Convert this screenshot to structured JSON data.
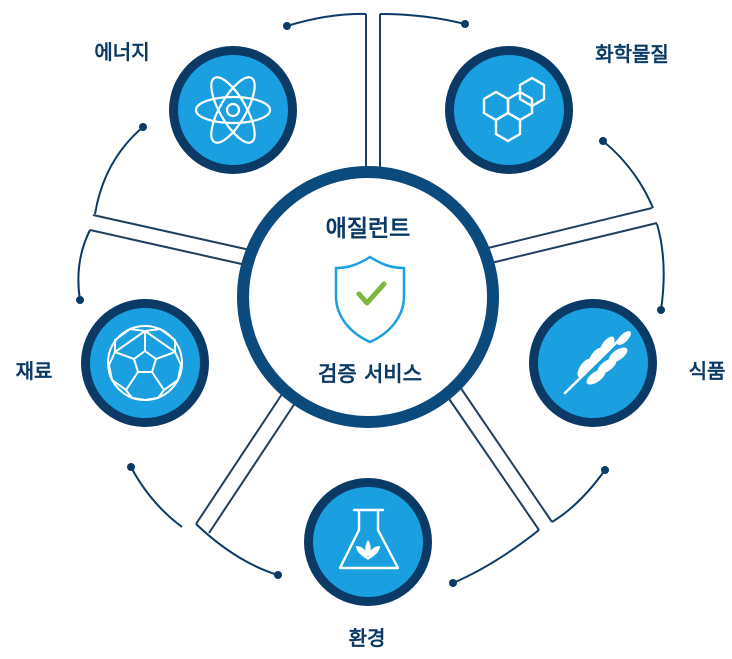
{
  "center": {
    "title": "애질런트",
    "subtitle": "검증 서비스",
    "icon": "shield-check-icon"
  },
  "sectors": [
    {
      "id": "energy",
      "label": "에너지",
      "icon": "atom-icon"
    },
    {
      "id": "chemicals",
      "label": "화학물질",
      "icon": "hexagon-molecule-icon"
    },
    {
      "id": "food",
      "label": "식품",
      "icon": "wheat-icon"
    },
    {
      "id": "environment",
      "label": "환경",
      "icon": "flask-leaf-icon"
    },
    {
      "id": "materials",
      "label": "재료",
      "icon": "soccer-ball-icon"
    }
  ],
  "colors": {
    "dark_navy": "#0b3a66",
    "ring_blue": "#0b4a7d",
    "icon_blue": "#1aa0e0",
    "line_gray": "#1f3f5f",
    "check_green": "#7ab83b"
  }
}
